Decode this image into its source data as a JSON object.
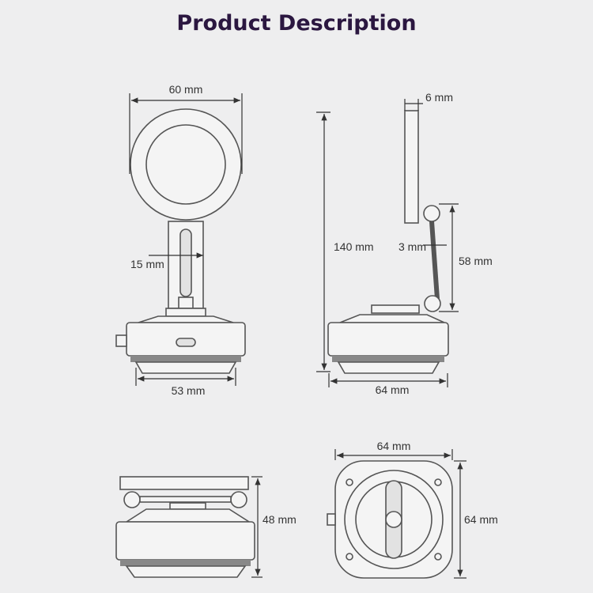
{
  "title": "Product Description",
  "dimensions": {
    "front_ring_width": "60 mm",
    "front_stem_width": "15 mm",
    "front_base_width": "53 mm",
    "side_total_height": "140 mm",
    "side_arm_thickness": "6 mm",
    "side_hinge_gap": "3 mm",
    "side_arm_height": "58 mm",
    "side_base_width": "64 mm",
    "folded_height": "48 mm",
    "top_width": "64 mm",
    "top_depth": "64 mm"
  },
  "colors": {
    "title": "#2b1740",
    "background": "#eeeeef",
    "line": "#333333"
  }
}
